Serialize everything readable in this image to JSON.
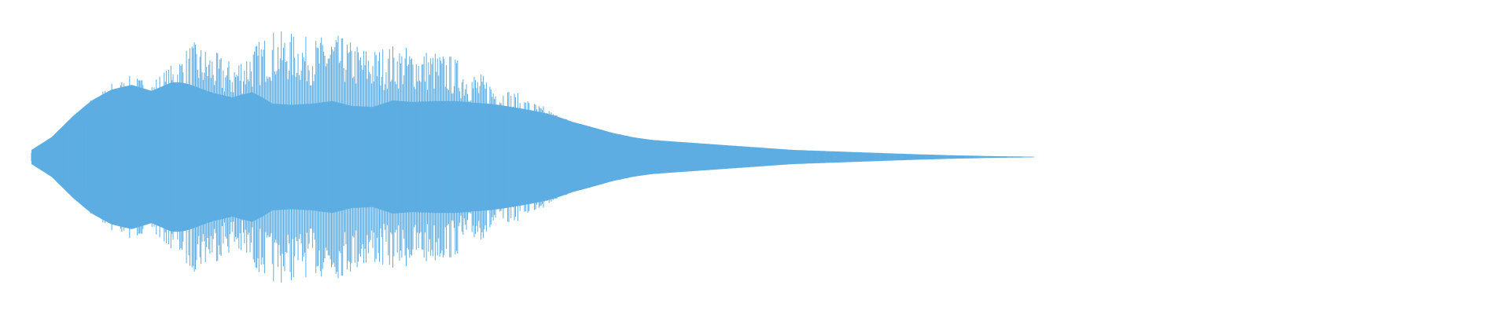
{
  "colors": {
    "background": "#ffffff",
    "waveform": "#5dade2"
  },
  "chart_data": {
    "type": "area",
    "description_free": true,
    "title": "",
    "xlabel": "",
    "ylabel": "",
    "xlim": [
      0,
      1
    ],
    "ylim": [
      -1,
      1
    ],
    "grid": false,
    "legend": "none",
    "x": [
      0.0,
      0.02,
      0.04,
      0.06,
      0.08,
      0.1,
      0.12,
      0.14,
      0.16,
      0.18,
      0.2,
      0.22,
      0.24,
      0.26,
      0.28,
      0.3,
      0.32,
      0.34,
      0.36,
      0.38,
      0.4,
      0.42,
      0.44,
      0.46,
      0.48,
      0.5,
      0.52,
      0.54,
      0.56,
      0.58,
      0.6,
      0.62,
      0.64,
      0.66,
      0.68,
      0.7,
      0.72,
      0.74,
      0.76,
      0.78,
      0.8,
      0.82,
      0.84,
      0.86,
      0.88,
      0.9,
      0.92,
      0.94,
      0.96,
      0.98,
      1.0
    ],
    "series": [
      {
        "name": "",
        "envelope": [
          0.05,
          0.14,
          0.28,
          0.42,
          0.53,
          0.58,
          0.55,
          0.66,
          0.82,
          0.76,
          0.68,
          0.79,
          0.9,
          0.88,
          0.84,
          0.88,
          0.82,
          0.77,
          0.8,
          0.78,
          0.76,
          0.72,
          0.62,
          0.55,
          0.47,
          0.4,
          0.33,
          0.26,
          0.21,
          0.17,
          0.14,
          0.12,
          0.11,
          0.1,
          0.09,
          0.08,
          0.07,
          0.06,
          0.05,
          0.045,
          0.04,
          0.035,
          0.03,
          0.025,
          0.02,
          0.016,
          0.012,
          0.009,
          0.006,
          0.004,
          0.002
        ],
        "fill_fraction": [
          1.0,
          1.0,
          1.0,
          0.95,
          0.9,
          0.88,
          0.85,
          0.8,
          0.62,
          0.6,
          0.62,
          0.58,
          0.42,
          0.42,
          0.45,
          0.45,
          0.44,
          0.46,
          0.5,
          0.5,
          0.52,
          0.55,
          0.62,
          0.68,
          0.75,
          0.82,
          0.9,
          0.95,
          1.0,
          1.0,
          1.0,
          1.0,
          1.0,
          1.0,
          1.0,
          1.0,
          1.0,
          1.0,
          1.0,
          1.0,
          1.0,
          1.0,
          1.0,
          1.0,
          1.0,
          1.0,
          1.0,
          1.0,
          1.0,
          1.0,
          1.0
        ]
      }
    ]
  }
}
